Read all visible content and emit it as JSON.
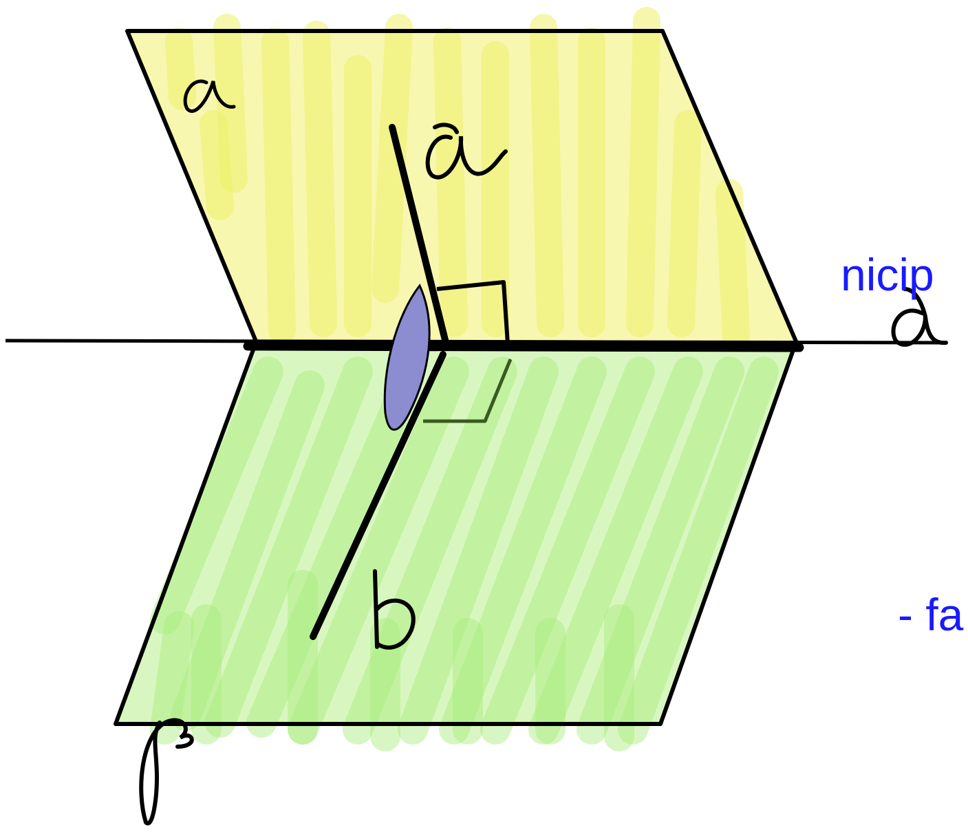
{
  "typed_text": {
    "line1": "nicip",
    "line2": "- fa"
  },
  "labels": {
    "plane_top": "α",
    "plane_bottom": "β",
    "line_a": "a",
    "line_b": "b",
    "edge": "d"
  },
  "colors": {
    "plane_top_fill": "#f2f27a",
    "plane_bottom_fill": "#b8f08c",
    "angle_fill": "#8c8cd0",
    "ink": "#000000",
    "typed_text": "#1a1aff"
  }
}
